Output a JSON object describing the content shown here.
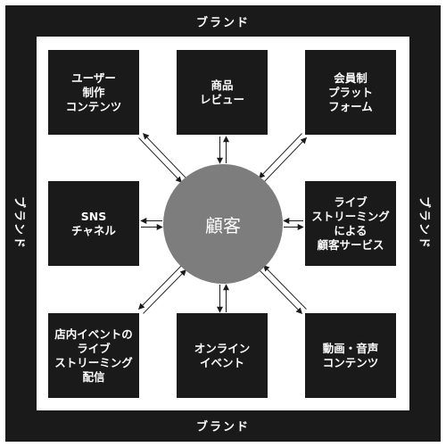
{
  "brand_label": "ブランド",
  "center_label": "顧客",
  "colors": {
    "frame": "#1a1a1a",
    "box": "#1a1a1a",
    "center": "#7d7d7d",
    "arrow": "#1a1a1a"
  },
  "nodes": [
    {
      "id": "user-content",
      "label": "ユーザー\n制作\nコンテンツ"
    },
    {
      "id": "product-review",
      "label": "商品\nレビュー"
    },
    {
      "id": "member-platform",
      "label": "会員制\nプラット\nフォーム"
    },
    {
      "id": "sns-channel",
      "label": "SNS\nチャネル"
    },
    {
      "id": "live-streaming-service",
      "label": "ライブ\nストリーミング\nによる\n顧客サービス"
    },
    {
      "id": "store-live-streaming",
      "label": "店内イベントの\nライブ\nストリーミング\n配信"
    },
    {
      "id": "online-event",
      "label": "オンライン\nイベント"
    },
    {
      "id": "video-audio-content",
      "label": "動画・音声\nコンテンツ"
    }
  ]
}
